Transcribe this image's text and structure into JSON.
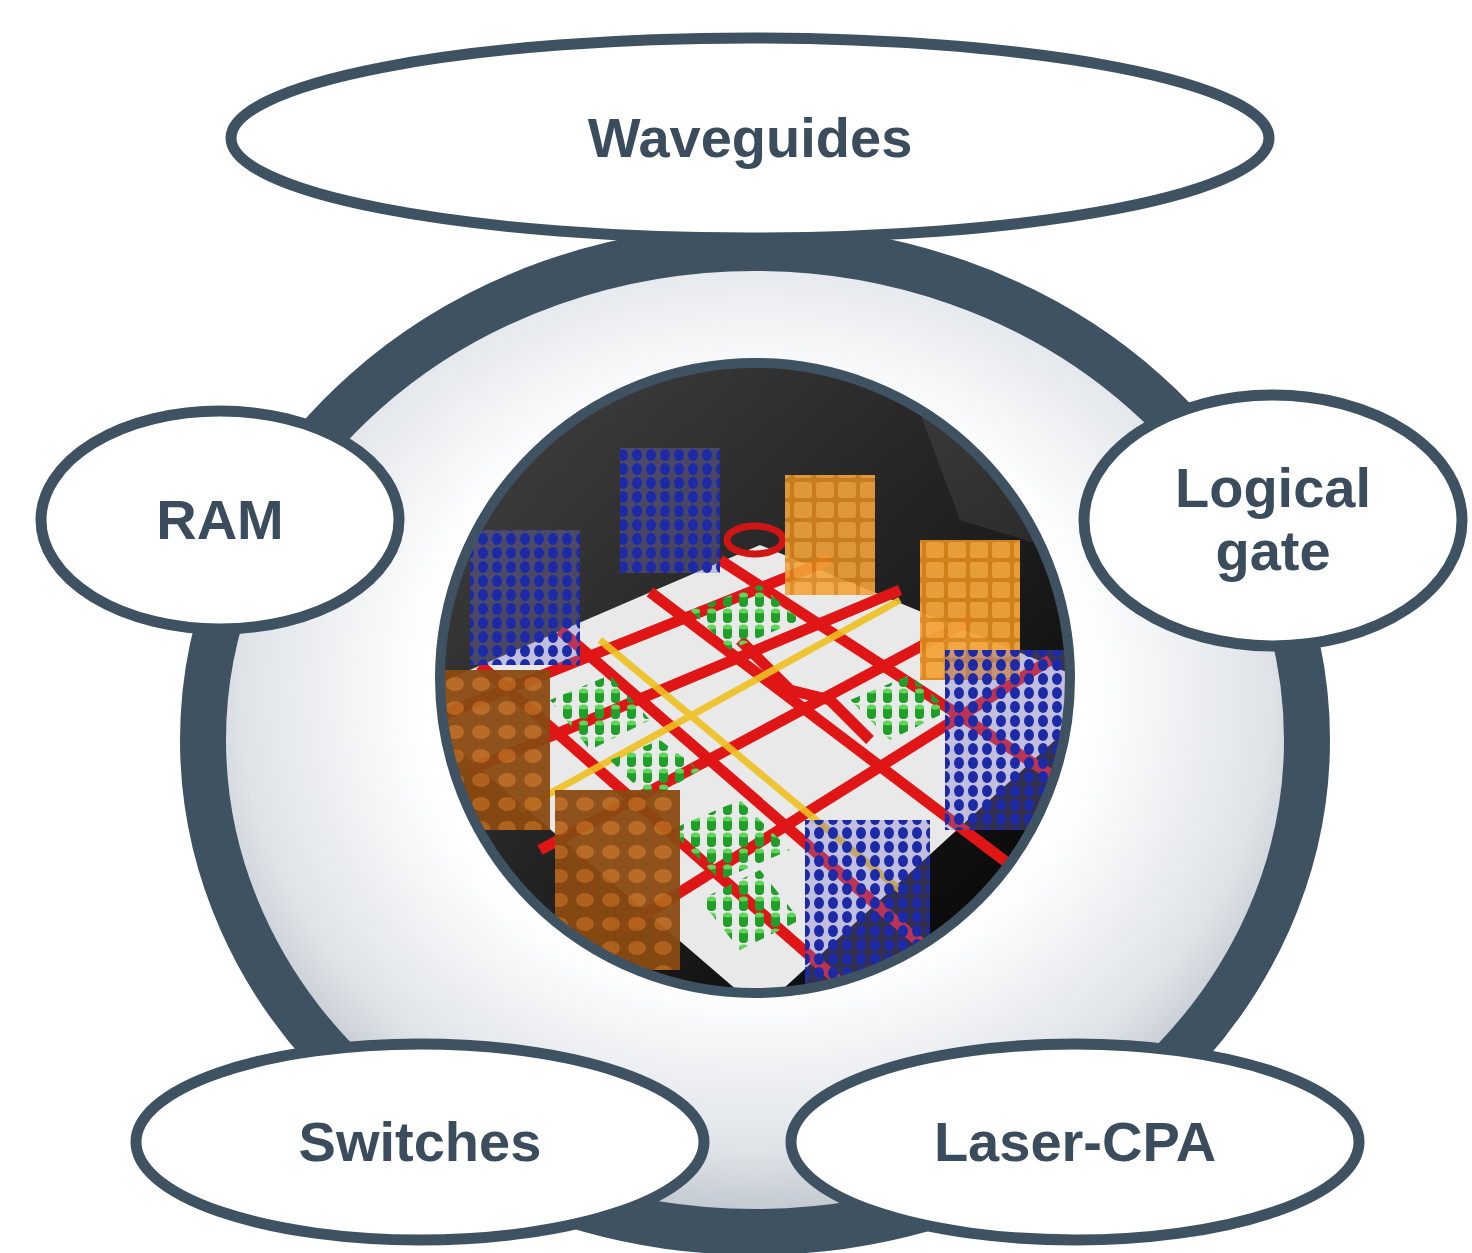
{
  "diagram": {
    "nodes": [
      {
        "text": [
          "Waveguides"
        ]
      },
      {
        "text": [
          "RAM"
        ]
      },
      {
        "text": [
          "Logical gate"
        ]
      },
      {
        "text": [
          "Switches"
        ]
      },
      {
        "text": [
          "Laser-CPA"
        ]
      }
    ]
  }
}
